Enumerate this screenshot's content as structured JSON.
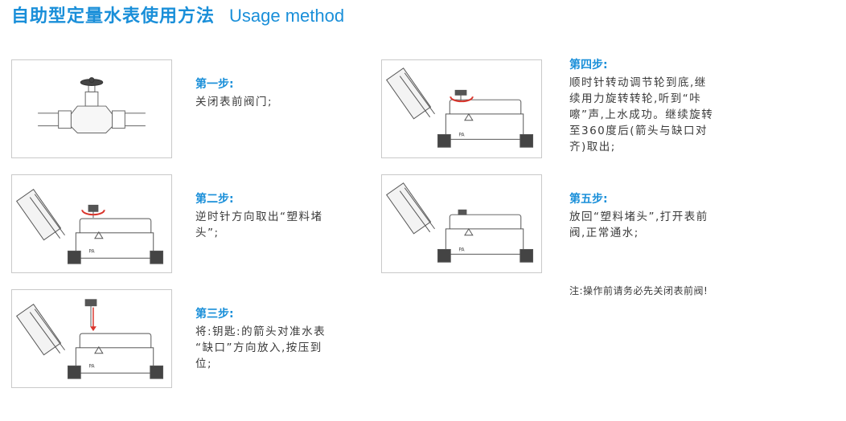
{
  "header": {
    "title_cn": "自助型定量水表使用方法",
    "title_en": "Usage method"
  },
  "steps": [
    {
      "title": "第一步:",
      "text": "关闭表前阀门;"
    },
    {
      "title": "第二步:",
      "text": "逆时针方向取出“塑料堵\n头”;"
    },
    {
      "title": "第三步:",
      "text": "将:钥匙:的箭头对准水表\n“缺口”方向放入,按压到\n位;"
    },
    {
      "title": "第四步:",
      "text": "顺时针转动调节轮到底,继\n续用力旋转转轮,听到“咔\n嚓”声,上水成功。继续旋转\n至360度后(箭头与缺口对\n齐)取出;"
    },
    {
      "title": "第五步:",
      "text": "放回“塑料堵头”,打开表前\n阀,正常通水;"
    }
  ],
  "note": "注:操作前请务必先关闭表前阀!",
  "meter_label": "PA",
  "colors": {
    "accent": "#1a8fd9",
    "arrow_red": "#d9342b",
    "line": "#555555"
  }
}
